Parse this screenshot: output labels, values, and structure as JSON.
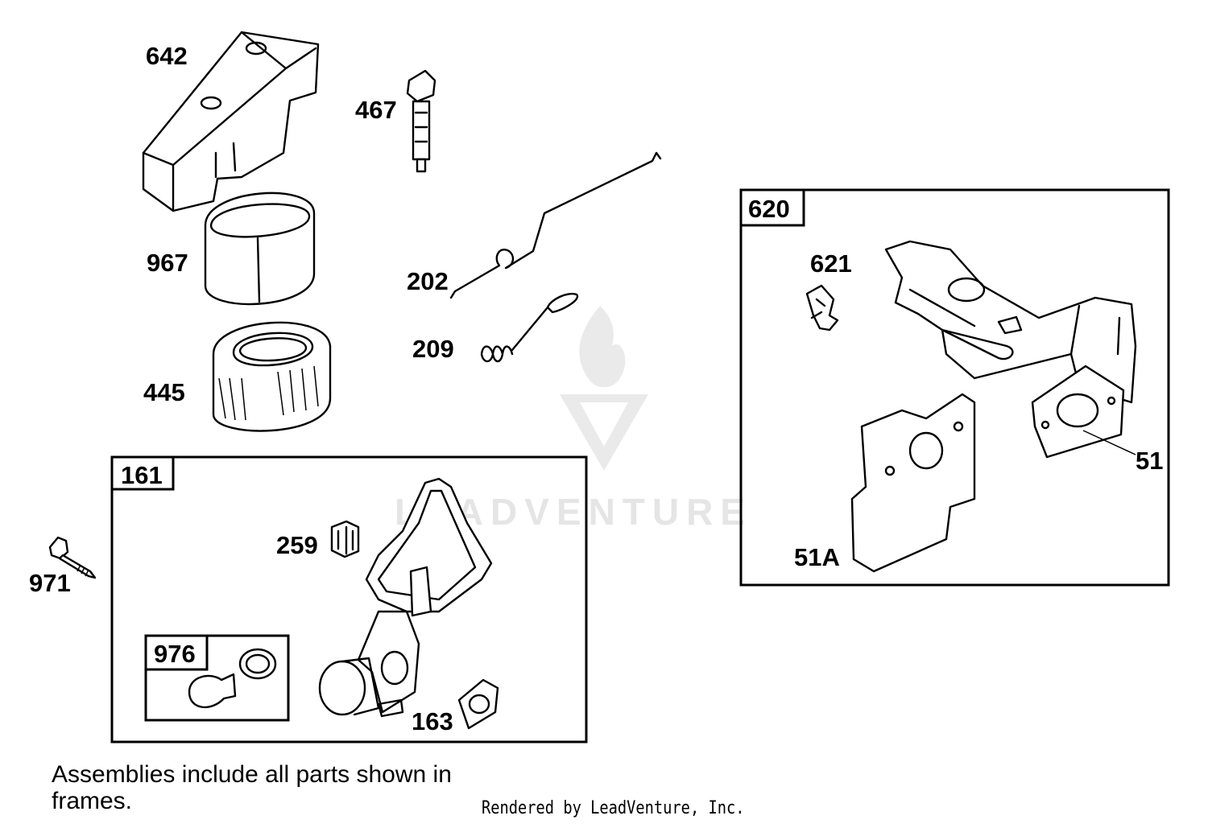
{
  "labels": {
    "p642": "642",
    "p467": "467",
    "p967": "967",
    "p202": "202",
    "p209": "209",
    "p445": "445",
    "p620": "620",
    "p621": "621",
    "p51": "51",
    "p51a": "51A",
    "p161": "161",
    "p259": "259",
    "p971": "971",
    "p976": "976",
    "p163": "163"
  },
  "note": "Assemblies include all parts shown in frames.",
  "credit": "Rendered by LeadVenture, Inc.",
  "watermark": "LEADVENTURE"
}
